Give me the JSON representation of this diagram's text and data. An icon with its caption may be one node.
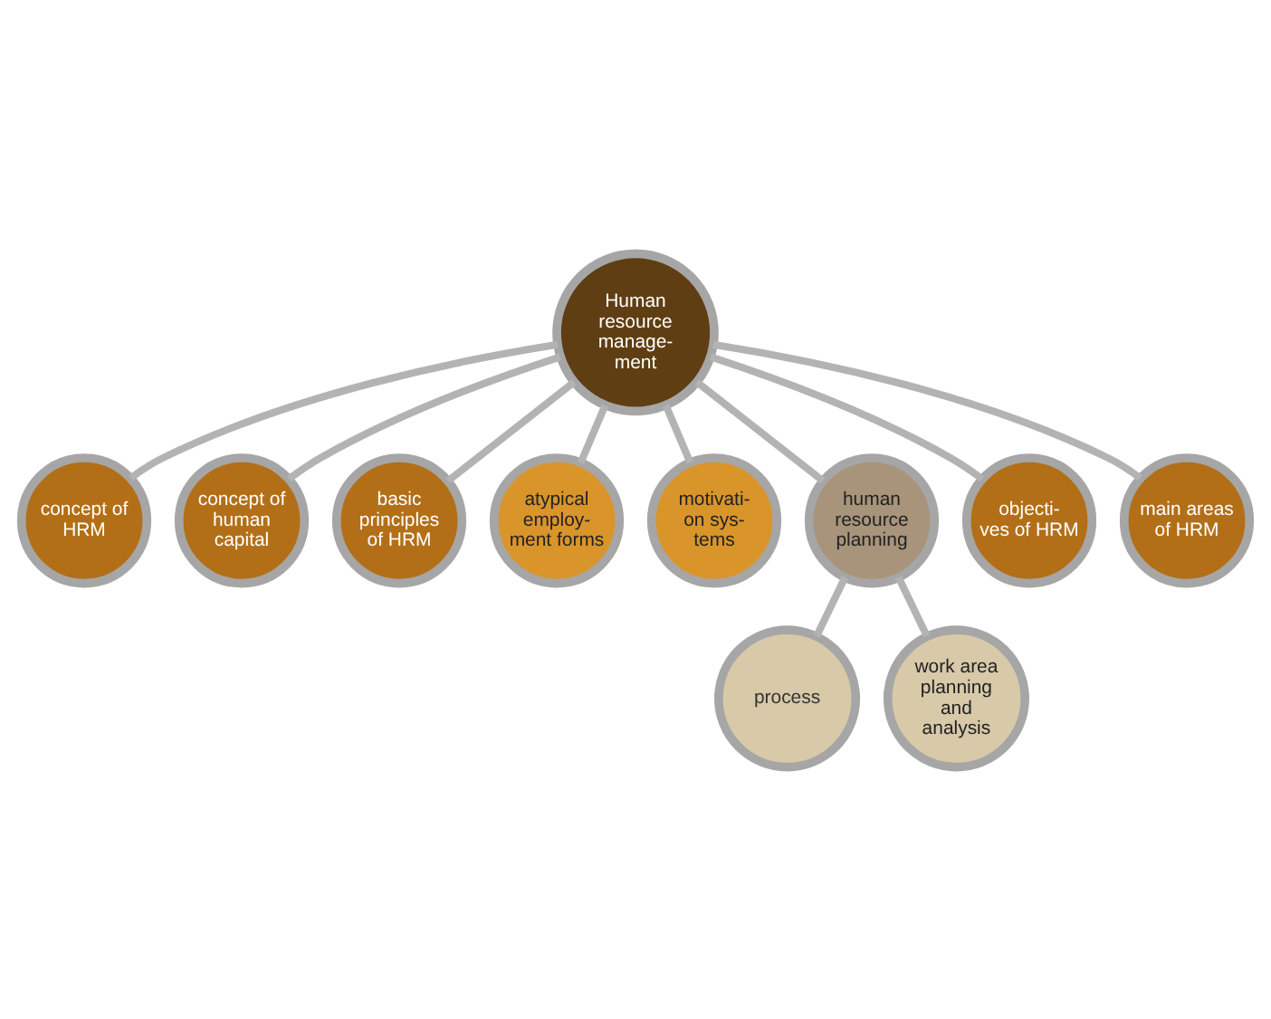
{
  "diagram": {
    "nodes": [
      {
        "text": [
          "Human resource manage- ment"
        ]
      },
      {
        "text": [
          "concept of HRM"
        ]
      },
      {
        "text": [
          "concept of human capital"
        ]
      },
      {
        "text": [
          "basic principles of HRM"
        ]
      },
      {
        "text": [
          "atypical employ- ment forms"
        ]
      },
      {
        "text": [
          "motivati- on sys- tems"
        ]
      },
      {
        "text": [
          "human resource planning"
        ]
      },
      {
        "text": [
          "objecti- ves of HRM"
        ]
      },
      {
        "text": [
          "main areas of HRM"
        ]
      },
      {
        "text": [
          "process"
        ]
      },
      {
        "text": [
          "work area planning and analysis"
        ]
      }
    ],
    "edges": [
      {
        "from": 0,
        "to": 1,
        "arrow": "none"
      },
      {
        "from": 0,
        "to": 2,
        "arrow": "none"
      },
      {
        "from": 0,
        "to": 3,
        "arrow": "none"
      },
      {
        "from": 0,
        "to": 4,
        "arrow": "none"
      },
      {
        "from": 0,
        "to": 5,
        "arrow": "none"
      },
      {
        "from": 0,
        "to": 6,
        "arrow": "none"
      },
      {
        "from": 0,
        "to": 7,
        "arrow": "none"
      },
      {
        "from": 0,
        "to": 8,
        "arrow": "none"
      },
      {
        "from": 6,
        "to": 9,
        "arrow": "none"
      },
      {
        "from": 6,
        "to": 10,
        "arrow": "none"
      }
    ]
  }
}
